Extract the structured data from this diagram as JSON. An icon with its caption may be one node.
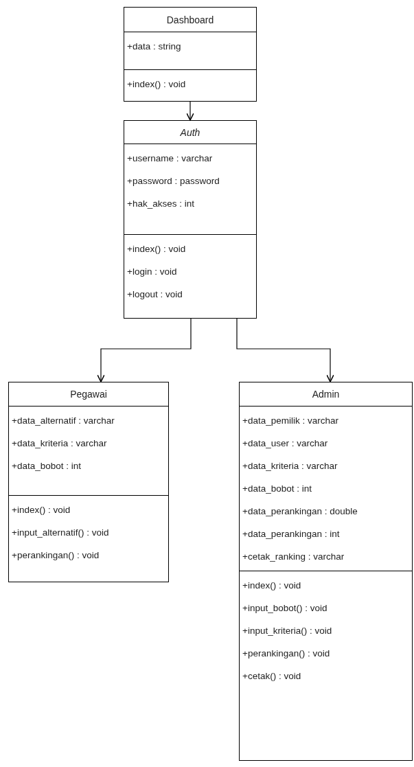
{
  "diagram": {
    "nodes": [
      {
        "text": [
          "Dashboard"
        ]
      },
      {
        "text": [
          "+data : string"
        ],
        "in": 0
      },
      {
        "text": [
          "+index() : void"
        ],
        "in": 0
      },
      {
        "text": [
          "Auth"
        ]
      },
      {
        "text": [
          "+username : varchar",
          "+password : password",
          "+hak_akses : int"
        ],
        "in": 3
      },
      {
        "text": [
          "+index() : void",
          "+login : void",
          "+logout : void"
        ],
        "in": 3
      },
      {
        "text": [
          "Pegawai"
        ]
      },
      {
        "text": [
          "+data_alternatif : varchar",
          "+data_kriteria : varchar",
          "+data_bobot : int"
        ],
        "in": 6
      },
      {
        "text": [
          "+index() : void",
          "+input_alternatif() : void",
          "+perankingan() : void"
        ],
        "in": 6
      },
      {
        "text": [
          "Admin"
        ]
      },
      {
        "text": [
          "+data_pemilik : varchar",
          "+data_user : varchar",
          "+data_kriteria : varchar",
          "+data_bobot : int",
          "+data_perankingan : double",
          "+data_perankingan : int",
          "+cetak_ranking : varchar"
        ],
        "in": 9
      },
      {
        "text": [
          "+index() : void",
          "+input_bobot() : void",
          "+input_kriteria() : void",
          "+perankingan() : void",
          "+cetak() : void"
        ],
        "in": 9
      }
    ],
    "edges": [
      {
        "from": 0,
        "to": 3,
        "arrow": "to"
      },
      {
        "from": 3,
        "to": 6,
        "arrow": "to"
      },
      {
        "from": 3,
        "to": 9,
        "arrow": "to"
      }
    ]
  }
}
